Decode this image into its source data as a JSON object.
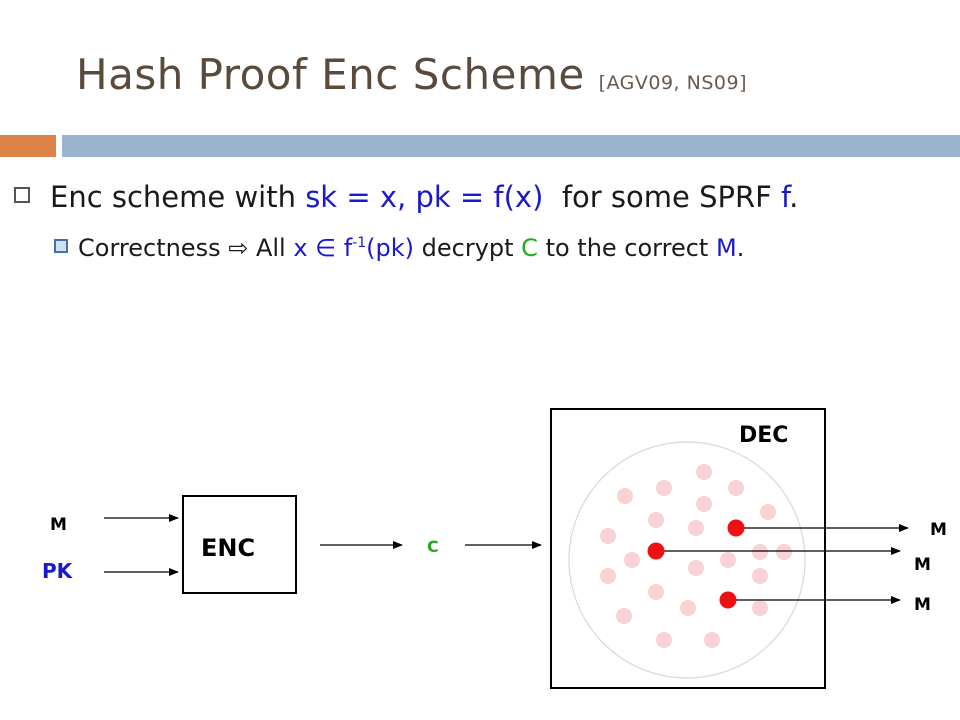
{
  "title": {
    "main": "Hash Proof Enc Scheme",
    "citation": "[AGV09, NS09]"
  },
  "bullet1": {
    "prefix": "Enc scheme with ",
    "sk": "sk = x, pk = f(x)",
    "middle": "  for some SPRF ",
    "f": "f",
    "suffix": "."
  },
  "bullet2": {
    "prefix": "Correctness ",
    "implies_icon": "⇨",
    "all": " All ",
    "x": "x",
    "in_symbol": " ∈ ",
    "f": "f",
    "sup": "-1",
    "pk": "(pk)",
    "decrypt": " decrypt ",
    "C": "C",
    "to": " to the correct ",
    "M": "M",
    "end": "."
  },
  "diagram": {
    "input_m": "M",
    "input_pk": "PK",
    "enc_label": "ENC",
    "ciphertext": "C",
    "dec_label": "DEC",
    "outputs": [
      "M",
      "M",
      "M"
    ],
    "colors": {
      "pale_dot": "#f9d3d4",
      "red_dot": "#ee1111",
      "pk_blue": "#1a1acc",
      "c_green": "#22aa22"
    }
  }
}
